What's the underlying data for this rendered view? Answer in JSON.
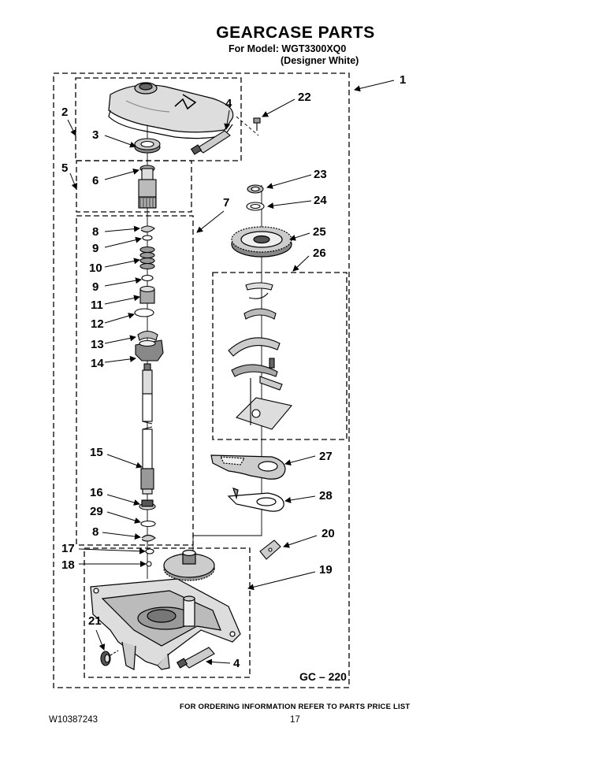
{
  "header": {
    "title": "GEARCASE PARTS",
    "model_line": "For Model: WGT3300XQ0",
    "variant_line": "(Designer White)"
  },
  "callouts": [
    "1",
    "2",
    "3",
    "4",
    "22",
    "5",
    "6",
    "7",
    "23",
    "24",
    "25",
    "26",
    "8",
    "9",
    "10",
    "9",
    "11",
    "12",
    "13",
    "14",
    "15",
    "16",
    "29",
    "8",
    "17",
    "18",
    "27",
    "28",
    "20",
    "19",
    "21",
    "4"
  ],
  "diagram_code": "GC – 220",
  "footer": {
    "ordering_note": "FOR ORDERING INFORMATION REFER TO PARTS PRICE LIST",
    "document_number": "W10387243",
    "page_number": "17"
  }
}
